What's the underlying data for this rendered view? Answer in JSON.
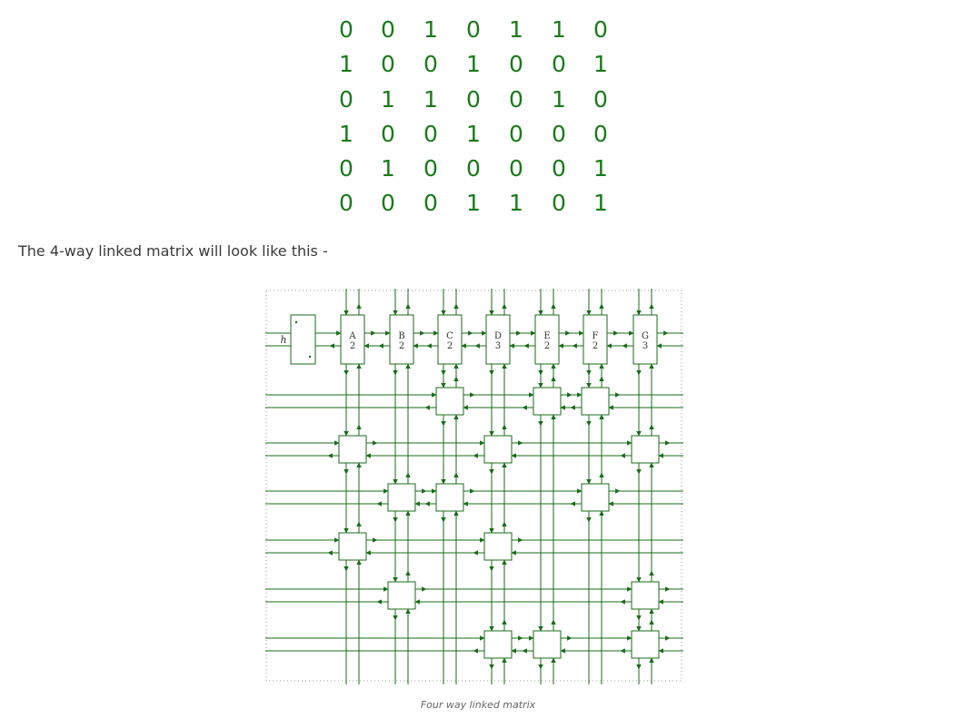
{
  "matrix": [
    [
      "0",
      "0",
      "1",
      "0",
      "1",
      "1",
      "0"
    ],
    [
      "1",
      "0",
      "0",
      "1",
      "0",
      "0",
      "1"
    ],
    [
      "0",
      "1",
      "1",
      "0",
      "0",
      "1",
      "0"
    ],
    [
      "1",
      "0",
      "0",
      "1",
      "0",
      "0",
      "0"
    ],
    [
      "0",
      "1",
      "0",
      "0",
      "0",
      "0",
      "1"
    ],
    [
      "0",
      "0",
      "0",
      "1",
      "1",
      "0",
      "1"
    ]
  ],
  "description": "The 4-way linked matrix will look like this -",
  "diagram": {
    "head_label": "h",
    "columns": [
      {
        "name": "A",
        "count": "2"
      },
      {
        "name": "B",
        "count": "2"
      },
      {
        "name": "C",
        "count": "2"
      },
      {
        "name": "D",
        "count": "3"
      },
      {
        "name": "E",
        "count": "2"
      },
      {
        "name": "F",
        "count": "2"
      },
      {
        "name": "G",
        "count": "3"
      }
    ]
  },
  "caption": "Four way linked matrix",
  "colors": {
    "matrix_text": "#1a7a1a",
    "diagram_stroke": "#1a6b1a"
  }
}
